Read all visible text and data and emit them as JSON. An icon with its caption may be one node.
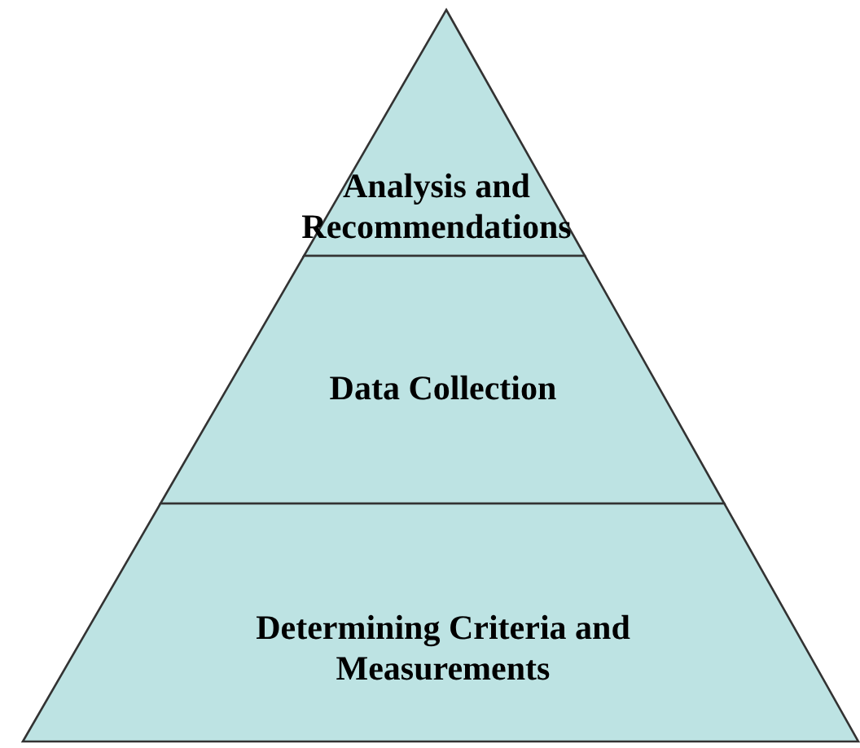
{
  "diagram": {
    "nodes": [
      {
        "text": [
          "Analysis and Recommendations"
        ]
      },
      {
        "text": [
          "Data Collection"
        ]
      },
      {
        "text": [
          "Determining Criteria and Measurements"
        ]
      }
    ]
  }
}
